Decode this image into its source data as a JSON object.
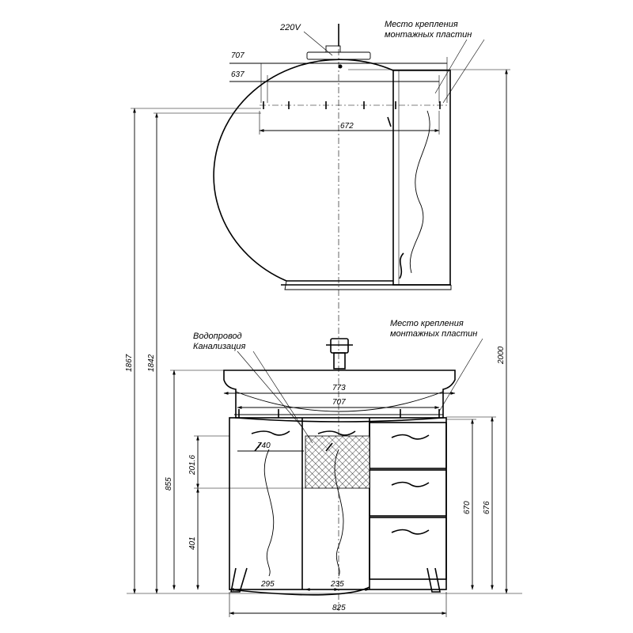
{
  "labels": {
    "power": "220V",
    "mount_top_line1": "Место крепления",
    "mount_top_line2": "монтажных пластин",
    "plumbing_line1": "Водопровод",
    "plumbing_line2": "Канализация",
    "mount_bottom_line1": "Место крепления",
    "mount_bottom_line2": "монтажных пластин"
  },
  "dimensions": {
    "mirror_mount_outer": "707",
    "mirror_mount_inner": "637",
    "mirror_mount_span": "672",
    "height_total_a": "1867",
    "height_total_b": "1842",
    "height_max": "2000",
    "sink_width": "773",
    "cabinet_mount": "707",
    "cabinet_inner": "740",
    "plumbing_height": "201.6",
    "cabinet_height": "855",
    "pipe_height": "401",
    "drawer_height": "670",
    "cabinet_body_height": "676",
    "left_offset": "295",
    "center_offset": "235",
    "cabinet_width": "825"
  }
}
